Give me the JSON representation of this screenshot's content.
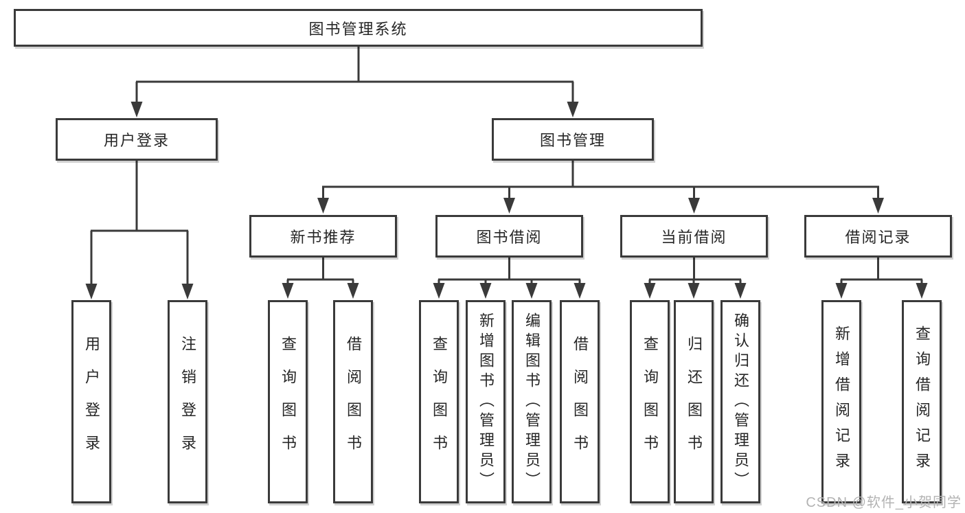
{
  "diagram": {
    "root": {
      "label": "图书管理系统"
    },
    "branches": [
      {
        "label": "用户登录",
        "children": [
          {
            "label": "用户登录"
          },
          {
            "label": "注销登录"
          }
        ]
      },
      {
        "label": "图书管理",
        "children": [
          {
            "label": "新书推荐",
            "children": [
              {
                "label": "查询图书"
              },
              {
                "label": "借阅图书"
              }
            ]
          },
          {
            "label": "图书借阅",
            "children": [
              {
                "label": "查询图书"
              },
              {
                "label": "新增图书（管理员）"
              },
              {
                "label": "编辑图书（管理员）"
              },
              {
                "label": "借阅图书"
              }
            ]
          },
          {
            "label": "当前借阅",
            "children": [
              {
                "label": "查询图书"
              },
              {
                "label": "归还图书"
              },
              {
                "label": "确认归还（管理员）"
              }
            ]
          },
          {
            "label": "借阅记录",
            "children": [
              {
                "label": "新增借阅记录"
              },
              {
                "label": "查询借阅记录"
              }
            ]
          }
        ]
      }
    ]
  },
  "watermark": {
    "text": "CSDN @软件_小贺同学"
  },
  "colors": {
    "line": "#3a3a3a",
    "box_border": "#3a3a3a",
    "text": "#262626",
    "watermark": "#b3b3b3",
    "background": "#ffffff"
  }
}
